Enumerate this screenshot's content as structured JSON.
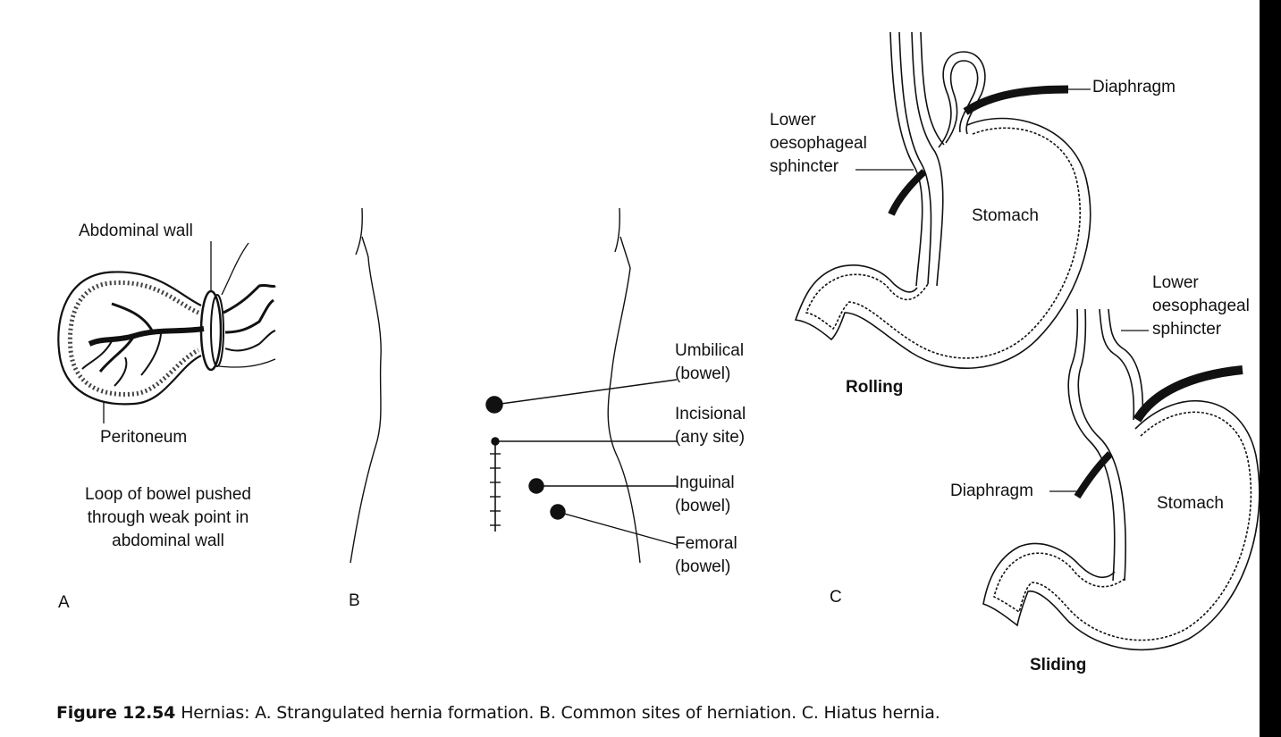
{
  "panel_a": {
    "letter": "A",
    "abdominal_wall": "Abdominal wall",
    "peritoneum": "Peritoneum",
    "description": [
      "Loop of bowel pushed",
      "through weak point in",
      "abdominal wall"
    ]
  },
  "panel_b": {
    "letter": "B",
    "sites": [
      {
        "name": "Umbilical",
        "detail": "(bowel)"
      },
      {
        "name": "Incisional",
        "detail": "(any site)"
      },
      {
        "name": "Inguinal",
        "detail": "(bowel)"
      },
      {
        "name": "Femoral",
        "detail": "(bowel)"
      }
    ]
  },
  "panel_c": {
    "letter": "C",
    "rolling": {
      "title": "Rolling",
      "diaphragm": "Diaphragm",
      "sphincter": [
        "Lower",
        "oesophageal",
        "sphincter"
      ],
      "stomach": "Stomach"
    },
    "sliding": {
      "title": "Sliding",
      "diaphragm": "Diaphragm",
      "sphincter": [
        "Lower",
        "oesophageal",
        "sphincter"
      ],
      "stomach": "Stomach"
    }
  },
  "caption": {
    "figure": "Figure 12.54",
    "text": "Hernias: A. Strangulated hernia formation. B. Common sites of herniation. C. Hiatus hernia."
  }
}
